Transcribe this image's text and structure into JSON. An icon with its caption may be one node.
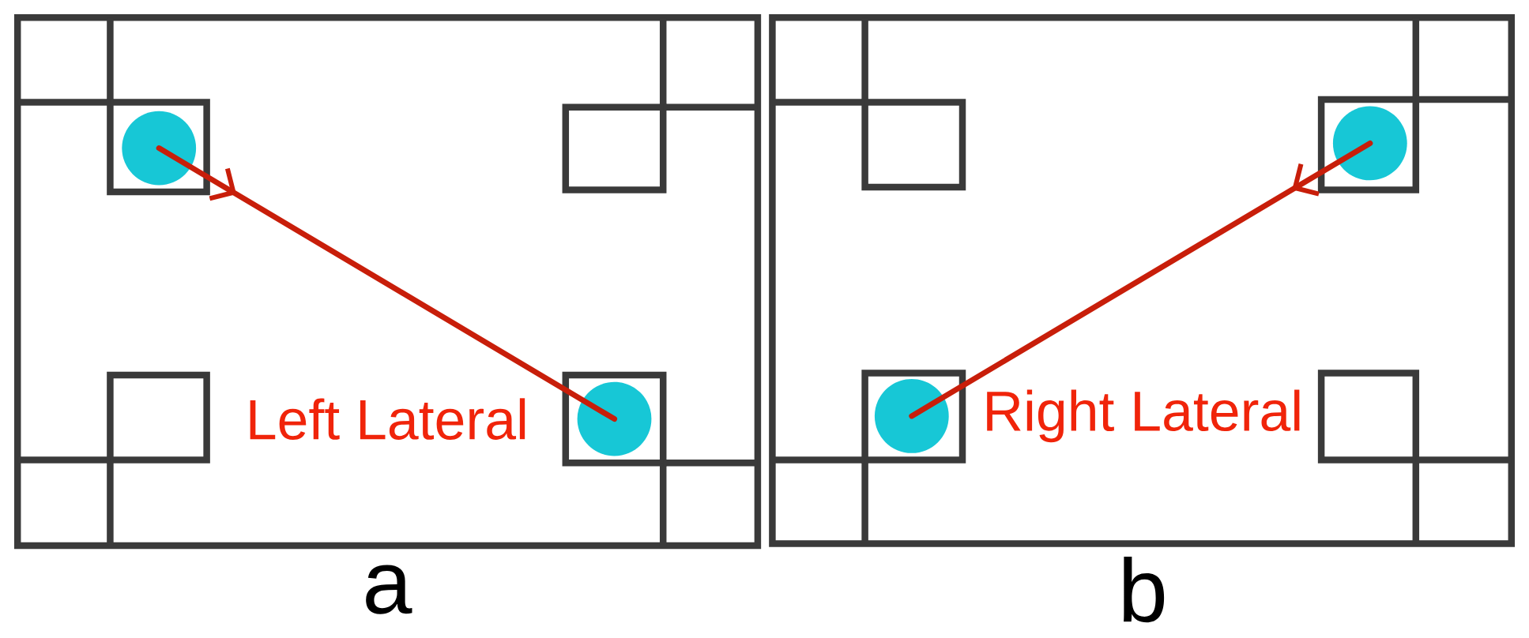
{
  "diagram": {
    "nodes": [
      {
        "text": [],
        "shape": "circle"
      },
      {
        "text": [],
        "shape": "circle"
      },
      {
        "text": [],
        "shape": "circle"
      },
      {
        "text": [],
        "shape": "circle"
      }
    ],
    "edges": [
      {
        "from": 0,
        "to": 1,
        "arrow": "to"
      },
      {
        "from": 2,
        "to": 3,
        "arrow": "to"
      }
    ],
    "labels": [
      "Left Lateral",
      "Right Lateral",
      "a",
      "b"
    ]
  }
}
